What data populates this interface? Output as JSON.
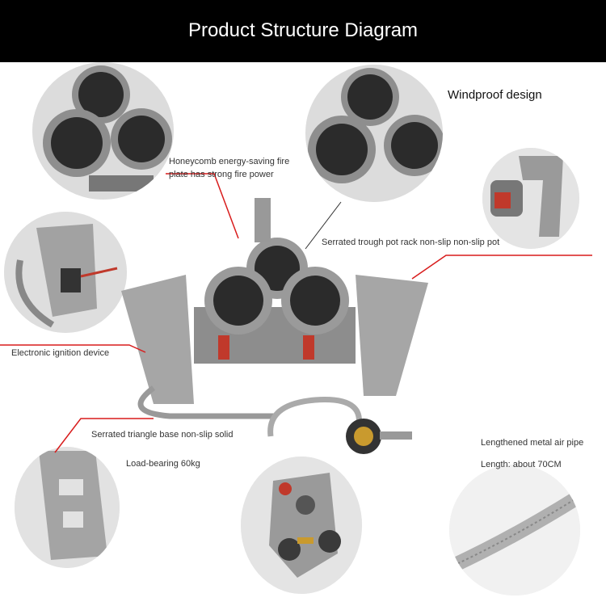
{
  "header": {
    "title": "Product Structure Diagram"
  },
  "labels": {
    "windproof": "Windproof design",
    "honeycomb_line1": "Honeycomb energy-saving fire",
    "honeycomb_line2": "plate has strong fire power",
    "pot_rack": "Serrated trough pot rack non-slip non-slip pot",
    "ignition": "Electronic ignition device",
    "base": "Serrated triangle base non-slip solid",
    "load": "Load-bearing 60kg",
    "pipe": "Lengthened metal air pipe",
    "length": "Length: about 70CM"
  },
  "colors": {
    "header_bg": "#000000",
    "callout_line": "#d81c1c",
    "metal": "#9a9a9a",
    "burner_mesh": "#2b2b2b",
    "accent_red": "#c0392b"
  }
}
